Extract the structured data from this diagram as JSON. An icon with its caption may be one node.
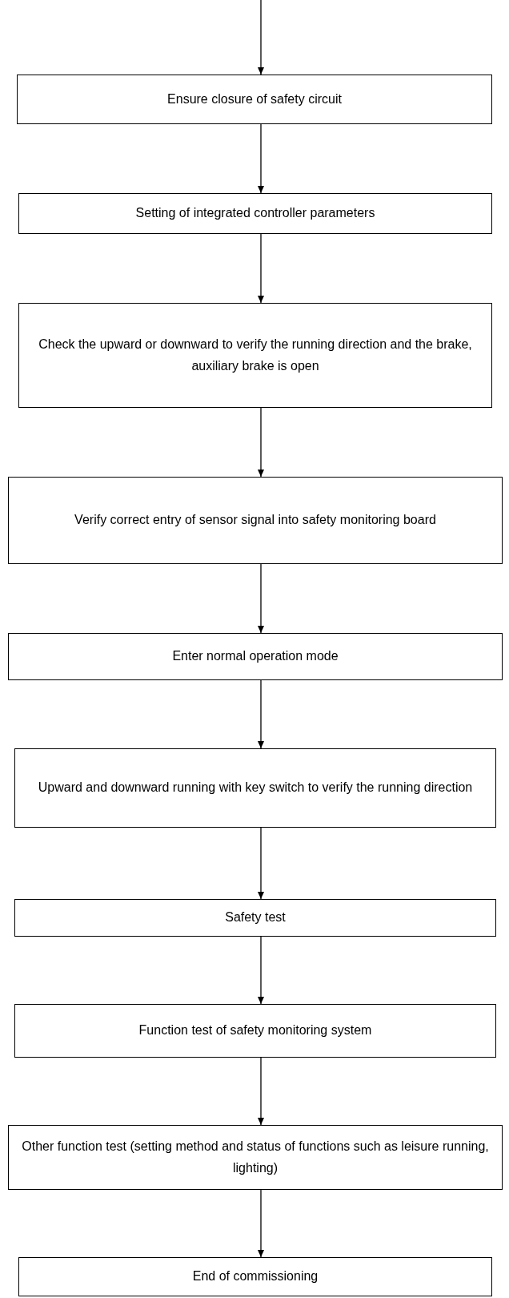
{
  "diagram": {
    "nodes": [
      {
        "text": [
          "Ensure closure of safety circuit"
        ]
      },
      {
        "text": [
          "Setting of integrated controller parameters"
        ]
      },
      {
        "text": [
          "Check the upward or downward to verify the running direction and the brake, auxiliary brake is open"
        ]
      },
      {
        "text": [
          "Verify correct entry of sensor signal into safety monitoring board"
        ]
      },
      {
        "text": [
          "Enter normal operation mode"
        ]
      },
      {
        "text": [
          "Upward and downward running with key switch to verify the running direction"
        ]
      },
      {
        "text": [
          "Safety test"
        ]
      },
      {
        "text": [
          "Function test of safety monitoring system"
        ]
      },
      {
        "text": [
          "Other function test (setting method and status of functions such as leisure running, lighting)"
        ]
      },
      {
        "text": [
          "End of commissioning"
        ]
      }
    ],
    "edges": [
      {
        "from": null,
        "to": 0,
        "arrow": "to"
      },
      {
        "from": 0,
        "to": 1,
        "arrow": "to"
      },
      {
        "from": 1,
        "to": 2,
        "arrow": "to"
      },
      {
        "from": 2,
        "to": 3,
        "arrow": "to"
      },
      {
        "from": 3,
        "to": 4,
        "arrow": "to"
      },
      {
        "from": 4,
        "to": 5,
        "arrow": "to"
      },
      {
        "from": 5,
        "to": 6,
        "arrow": "to"
      },
      {
        "from": 6,
        "to": 7,
        "arrow": "to"
      },
      {
        "from": 7,
        "to": 8,
        "arrow": "to"
      },
      {
        "from": 8,
        "to": 9,
        "arrow": "to"
      }
    ]
  }
}
